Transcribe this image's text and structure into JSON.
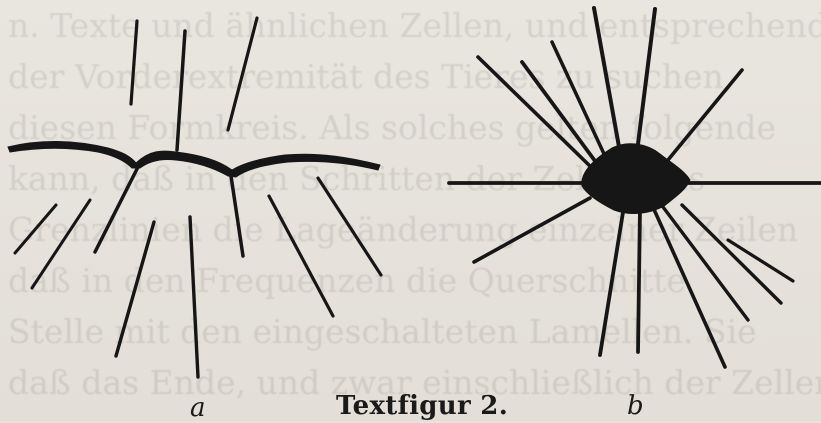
{
  "background_text_lines": [
    "n. Texte und ähnlichen Zellen, und entsprechend",
    "der Vorderextremität des Tieres zu suchen,",
    "diesen Formkreis. Als solches gelten folgende",
    "kann, daß in den Schritten der Zellen aus",
    "Grenzlinien die Lageänderung einzelner Zeilen",
    "daß in den Frequenzen die Querschnitte",
    "Stelle mit den eingeschalteten Lamellen. Sie",
    "daß das Ende, und zwar einschließlich der Zellen"
  ],
  "figure": {
    "label_a": "a",
    "caption": "Textfigur 2.",
    "label_b": "b"
  },
  "colors": {
    "ink": "#161616",
    "paper": "#e6e2dc"
  }
}
